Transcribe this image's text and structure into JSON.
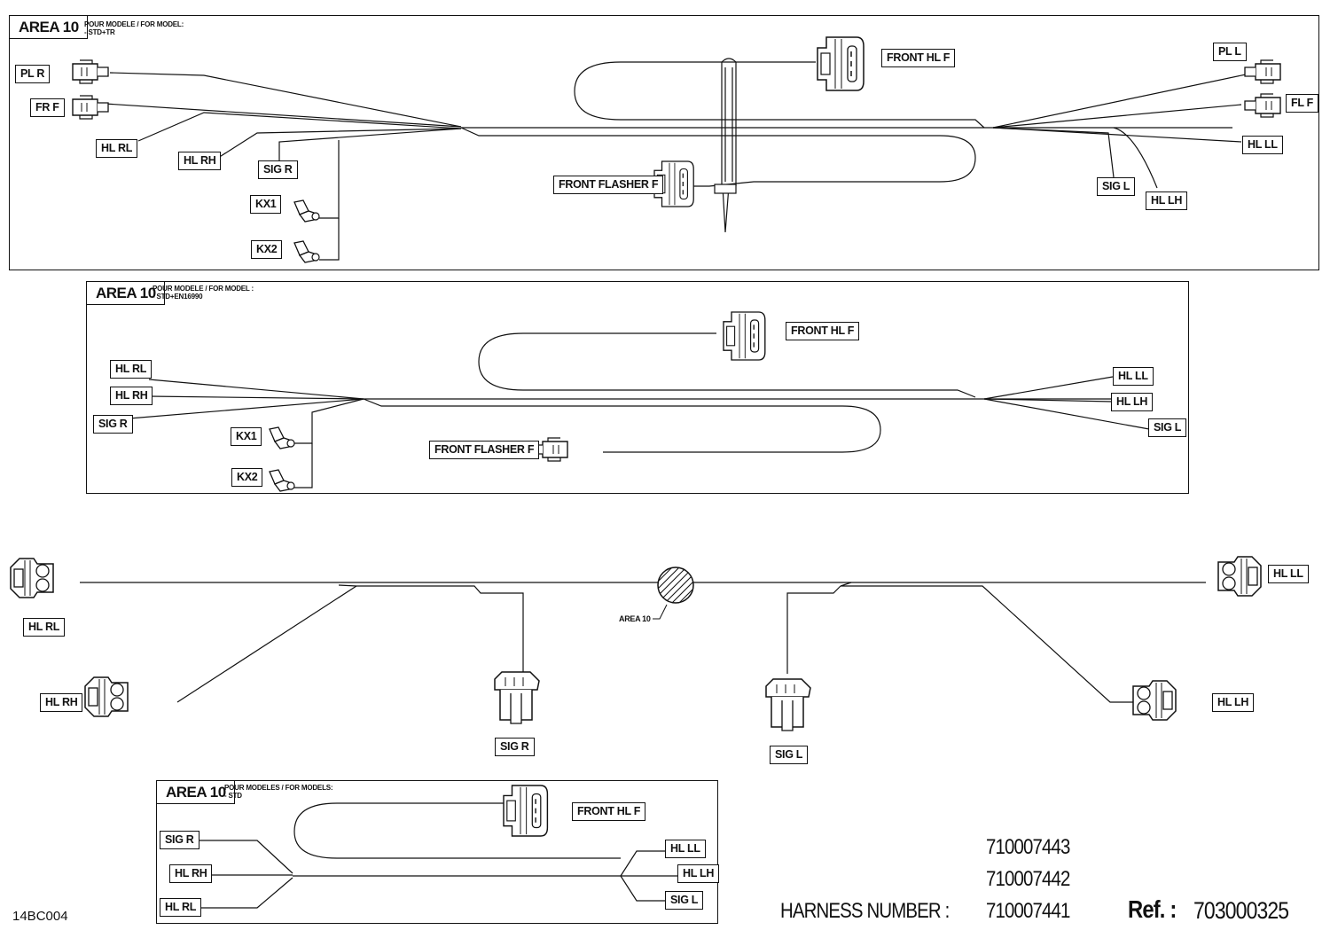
{
  "panel_tr": {
    "area": "AREA 10",
    "model_note": "POUR MODELE / FOR MODEL:\n- STD+TR",
    "labels": {
      "pl_r": "PL R",
      "fr_f": "FR F",
      "hl_rl": "HL RL",
      "hl_rh": "HL RH",
      "sig_r": "SIG R",
      "kx1": "KX1",
      "kx2": "KX2",
      "front_hl_f": "FRONT HL F",
      "front_flasher_f": "FRONT FLASHER F",
      "pl_l": "PL L",
      "fl_f": "FL F",
      "hl_ll": "HL LL",
      "sig_l": "SIG L",
      "hl_lh": "HL LH"
    }
  },
  "panel_en": {
    "area": "AREA 10",
    "model_note": "POUR MODELE / FOR MODEL :\n- STD+EN16990",
    "labels": {
      "hl_rl": "HL RL",
      "hl_rh": "HL RH",
      "sig_r": "SIG R",
      "kx1": "KX1",
      "kx2": "KX2",
      "front_flasher_f": "FRONT FLASHER F",
      "front_hl_f": "FRONT HL F",
      "hl_ll": "HL LL",
      "hl_lh": "HL LH",
      "sig_l": "SIG L"
    }
  },
  "main": {
    "area_marker": "AREA 10",
    "labels": {
      "hl_rl": "HL RL",
      "hl_rh": "HL RH",
      "sig_r": "SIG R",
      "sig_l": "SIG L",
      "hl_lh": "HL LH",
      "hl_ll": "HL LL"
    }
  },
  "panel_std": {
    "area": "AREA 10",
    "model_note": "POUR MODELES / FOR MODELS:\n- STD",
    "labels": {
      "front_hl_f": "FRONT HL F",
      "sig_r": "SIG R",
      "hl_rh": "HL RH",
      "hl_rl": "HL RL",
      "hl_ll": "HL LL",
      "hl_lh": "HL LH",
      "sig_l": "SIG L"
    }
  },
  "footer": {
    "harness_numbers": [
      "710007443",
      "710007442",
      "710007441"
    ],
    "harness_label": "HARNESS NUMBER :",
    "ref_label": "Ref. :",
    "ref_value": "703000325",
    "drawing_code": "14BC004"
  }
}
